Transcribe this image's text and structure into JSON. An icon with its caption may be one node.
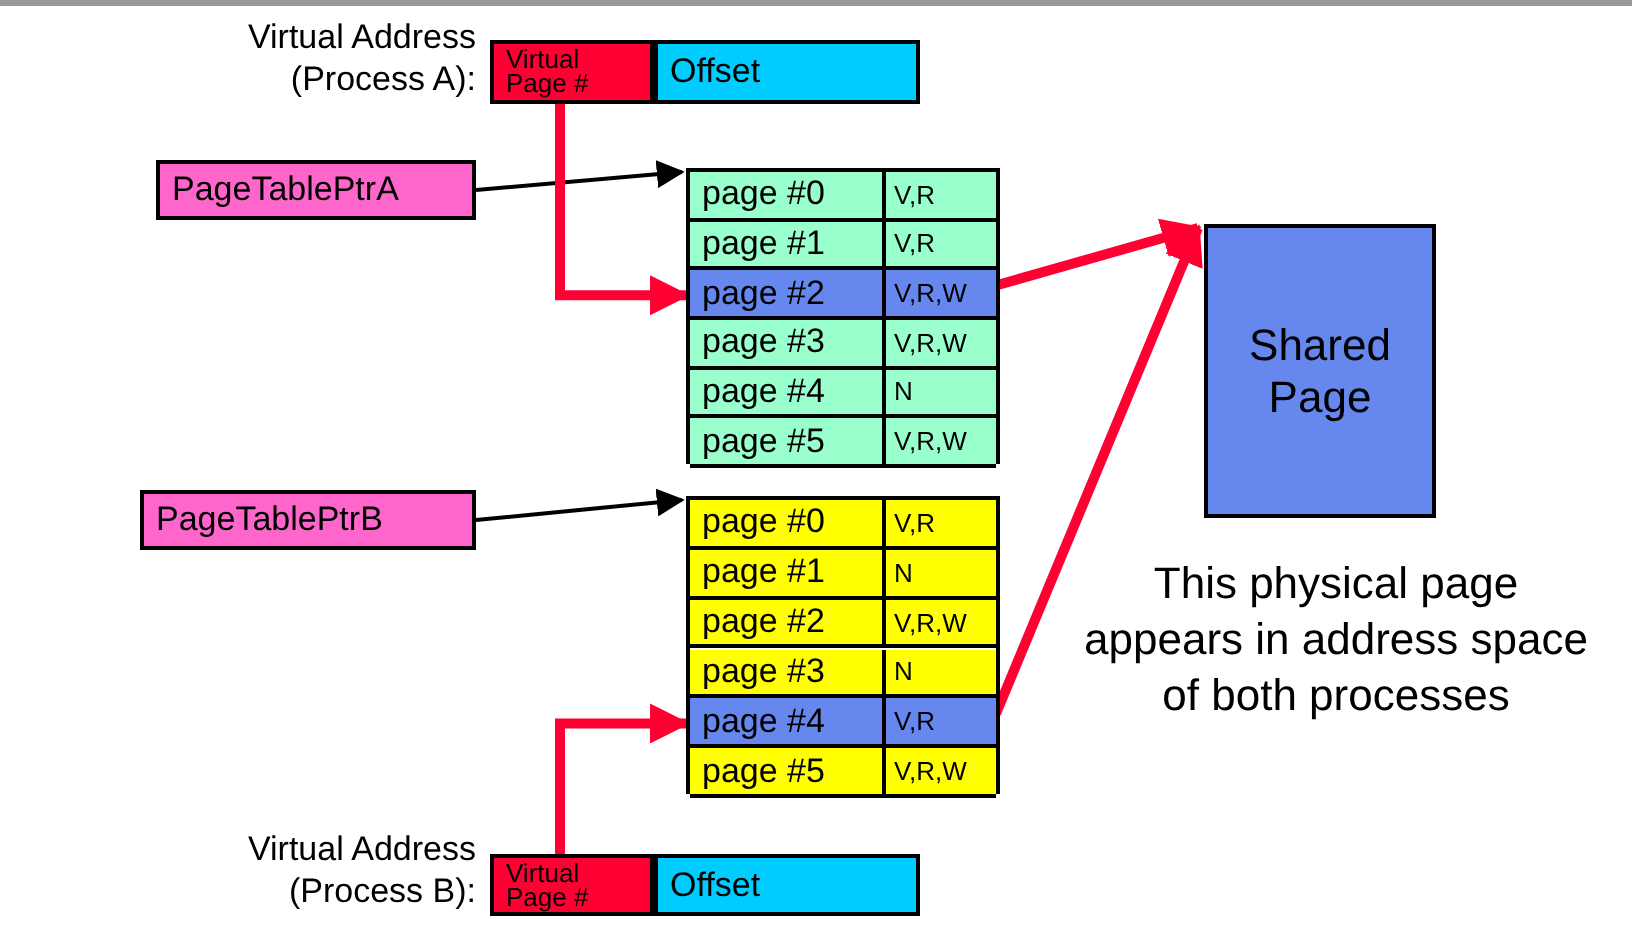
{
  "diagram": {
    "nodes": [
      {
        "text": [
          "Virtual Page #"
        ],
        "beside": [
          "Virtual Address (Process A):"
        ]
      },
      {
        "text": [
          "Offset"
        ]
      },
      {
        "text": [
          "PageTablePtrA"
        ]
      },
      {
        "text": [],
        "shape": "box"
      },
      {
        "text": [
          "page #0",
          "V,R"
        ],
        "in": 3
      },
      {
        "text": [
          "page #1",
          "V,R"
        ],
        "in": 3
      },
      {
        "text": [
          "page #2",
          "V,R,W"
        ],
        "in": 3
      },
      {
        "text": [
          "page #3",
          "V,R,W"
        ],
        "in": 3
      },
      {
        "text": [
          "page #4",
          "N"
        ],
        "in": 3
      },
      {
        "text": [
          "page #5",
          "V,R,W"
        ],
        "in": 3
      },
      {
        "text": [
          "Shared Page"
        ],
        "beside": [
          "This physical page appears in address space of both processes"
        ]
      },
      {
        "text": [
          "PageTablePtrB"
        ]
      },
      {
        "text": [],
        "shape": "box"
      },
      {
        "text": [
          "page #0",
          "V,R"
        ],
        "in": 12
      },
      {
        "text": [
          "page #1",
          "N"
        ],
        "in": 12
      },
      {
        "text": [
          "page #2",
          "V,R,W"
        ],
        "in": 12
      },
      {
        "text": [
          "page #3",
          "N"
        ],
        "in": 12
      },
      {
        "text": [
          "page #4",
          "V,R"
        ],
        "in": 12
      },
      {
        "text": [
          "page #5",
          "V,R,W"
        ],
        "in": 12
      },
      {
        "text": [
          "Virtual Page #"
        ],
        "beside": [
          "Virtual Address (Process B):"
        ]
      },
      {
        "text": [
          "Offset"
        ]
      }
    ],
    "edges": [
      {
        "from": 2,
        "to": 3,
        "arrow": "to",
        "color": "#000000"
      },
      {
        "from": 0,
        "to": 6,
        "arrow": "to"
      },
      {
        "from": 6,
        "to": 10,
        "arrow": "to"
      },
      {
        "from": 11,
        "to": 12,
        "arrow": "to",
        "color": "#000000"
      },
      {
        "from": 19,
        "to": 17,
        "arrow": "to"
      },
      {
        "from": 17,
        "to": 10,
        "arrow": "to"
      }
    ]
  }
}
